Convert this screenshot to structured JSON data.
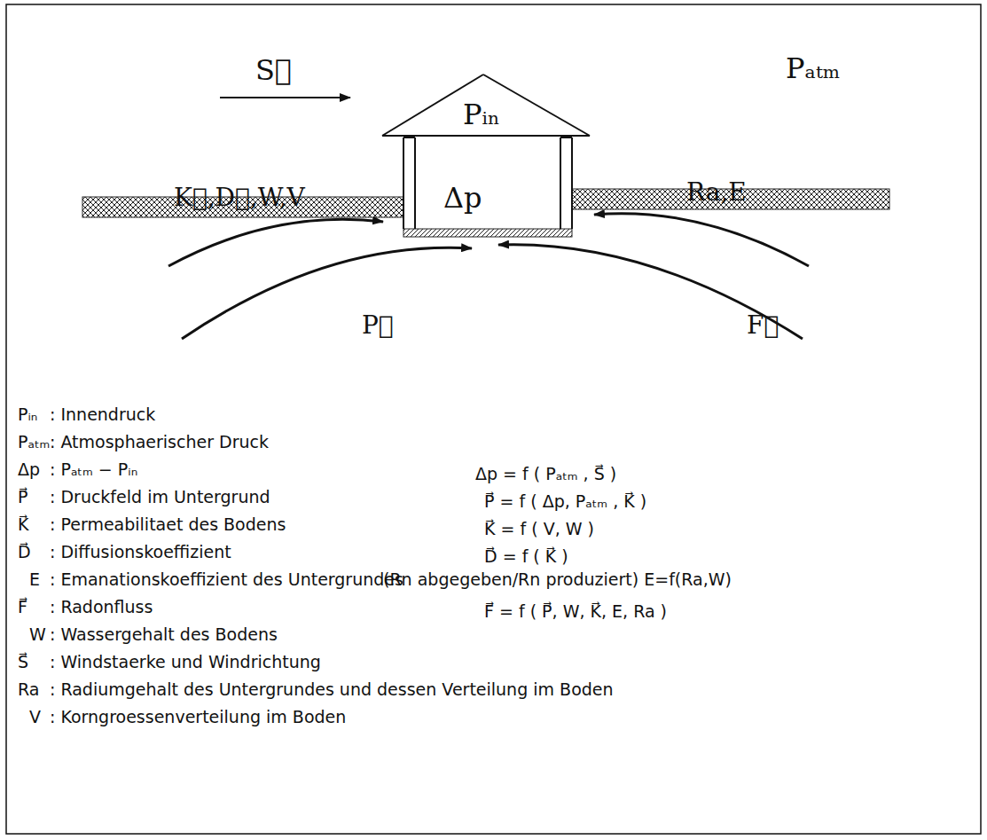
{
  "diagram": {
    "nodes": [
      {
        "text": [
          "Pᵢₙ",
          "Δp"
        ]
      }
    ],
    "labels": [
      "S⃗",
      "Pₐₜₘ",
      "K⃗,D⃗,W,V",
      "Ra,E",
      "P⃗",
      "F⃗",
      "Pᵢₙ",
      ": Innendruck",
      "Pₐₜₘ",
      ": Atmosphaerischer Druck",
      "Δp",
      ": Pₐₜₘ − Pᵢₙ",
      "P⃗",
      ": Druckfeld im Untergrund",
      "K⃗",
      ": Permeabilitaet des Bodens",
      "D⃗",
      ": Diffusionskoeffizient",
      "E",
      ": Emanationskoeffizient des Untergrundes",
      "F⃗",
      ": Radonfluss",
      "W",
      ": Wassergehalt des Bodens",
      "S⃗",
      ": Windstaerke und Windrichtung",
      "Ra",
      ": Radiumgehalt des Untergrundes und dessen Verteilung im Boden",
      "V",
      ": Korngroessenverteilung im Boden",
      "Δp = f ( Pₐₜₘ , S⃗ )",
      "P⃗ = f ( Δp, Pₐₜₘ , K⃗ )",
      "K⃗ = f ( V, W )",
      "D⃗ = f ( K⃗ )",
      "(Rn abgegeben/Rn produziert) E=f(Ra,W)",
      "F⃗ = f ( P⃗, W, K⃗, E, Ra )"
    ]
  }
}
